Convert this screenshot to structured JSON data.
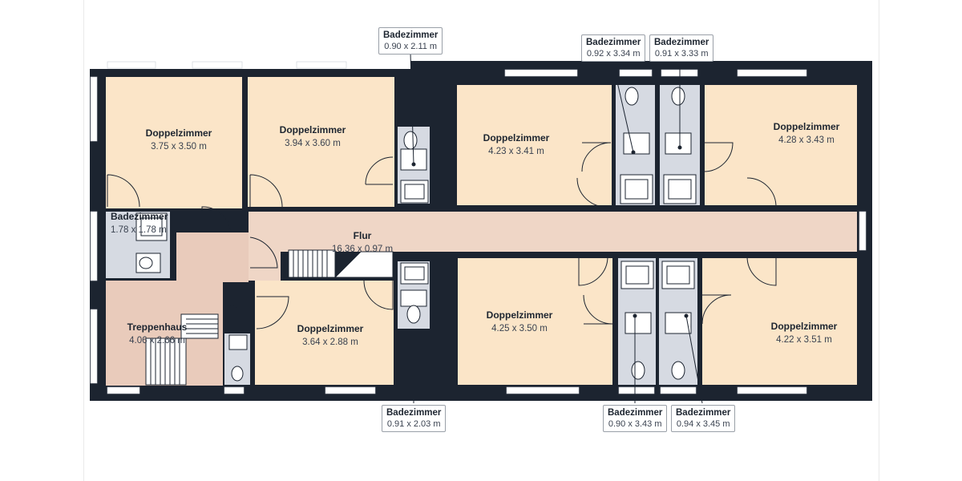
{
  "colors": {
    "wall": "#1c2430",
    "bedroom": "#fbe5c8",
    "hallway": "#efd6c6",
    "stairwell": "#e9cbbb",
    "bathroom": "#d6dae2",
    "window": "#ffffff",
    "door": "#1c2430"
  },
  "rooms": [
    {
      "name": "Doppelzimmer",
      "dim": "3.75 x 3.50 m"
    },
    {
      "name": "Doppelzimmer",
      "dim": "3.94 x 3.60 m"
    },
    {
      "name": "Doppelzimmer",
      "dim": "4.23 x 3.41 m"
    },
    {
      "name": "Doppelzimmer",
      "dim": "4.28 x 3.43 m"
    },
    {
      "name": "Badezimmer",
      "dim": "1.78 x 1.78 m"
    },
    {
      "name": "Flur",
      "dim": "16.36 x 0.97 m"
    },
    {
      "name": "Treppenhaus",
      "dim": "4.06 x 2.66 m"
    },
    {
      "name": "Doppelzimmer",
      "dim": "3.64 x 2.88 m"
    },
    {
      "name": "Doppelzimmer",
      "dim": "4.25 x 3.50 m"
    },
    {
      "name": "Doppelzimmer",
      "dim": "4.22 x 3.51 m"
    }
  ],
  "callouts": [
    {
      "name": "Badezimmer",
      "dim": "0.90 x 2.11 m"
    },
    {
      "name": "Badezimmer",
      "dim": "0.92 x 3.34 m"
    },
    {
      "name": "Badezimmer",
      "dim": "0.91 x 3.33 m"
    },
    {
      "name": "Badezimmer",
      "dim": "0.91 x 2.03 m"
    },
    {
      "name": "Badezimmer",
      "dim": "0.90 x 3.43 m"
    },
    {
      "name": "Badezimmer",
      "dim": "0.94 x 3.45 m"
    }
  ]
}
